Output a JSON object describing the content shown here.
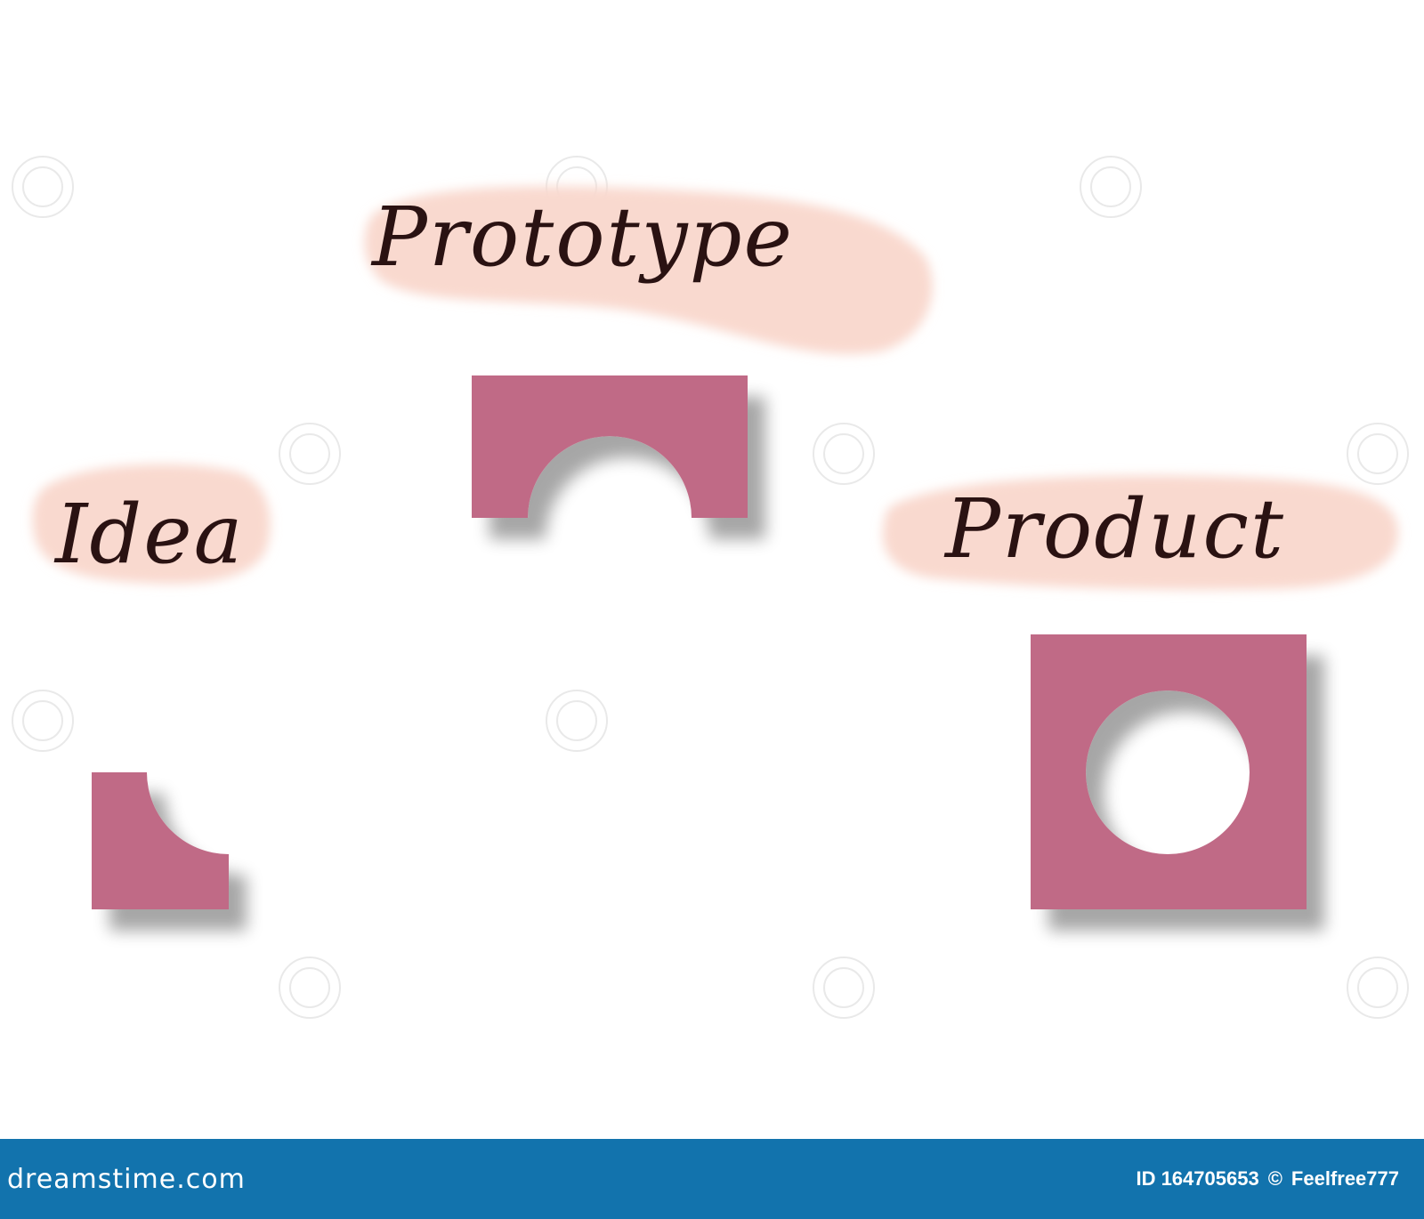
{
  "stages": [
    {
      "label": "Idea",
      "shape": "square-with-corner-arc-cutout"
    },
    {
      "label": "Prototype",
      "shape": "rectangle-with-half-circle-cutout"
    },
    {
      "label": "Product",
      "shape": "square-with-circle-hole"
    }
  ],
  "colors": {
    "shape_fill": "#c06b86",
    "label_highlight": "#f9d9cf",
    "label_text": "#2a1212",
    "footer_background": "#1273ad",
    "footer_text": "#ffffff"
  },
  "footer": {
    "brand": "dreamstime.com",
    "image_id": "ID 164705653",
    "copyright_symbol": "©",
    "author": "Feelfree777"
  }
}
